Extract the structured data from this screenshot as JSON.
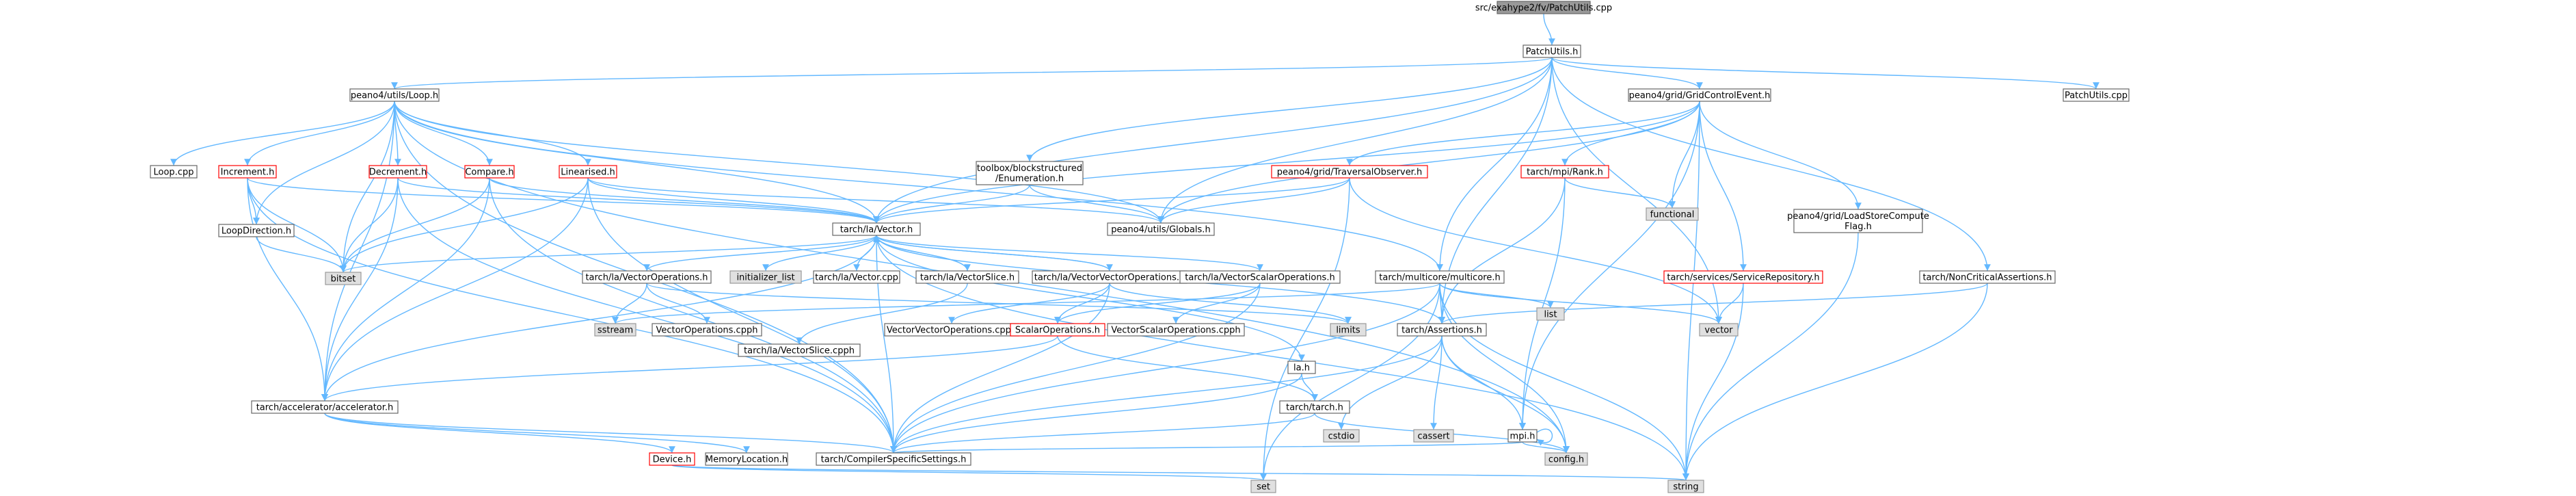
{
  "colors": {
    "edge": "#63b8ff",
    "root_fill": "#999999",
    "root_stroke": "#666666",
    "doc_fill": "#ffffff",
    "doc_stroke": "#666666",
    "trunc_stroke": "#ff0000",
    "sys_fill": "#e0e0e0",
    "sys_stroke": "#999999"
  },
  "nodes": [
    {
      "id": "root",
      "label": "src/exahype2/fv/PatchUtils.cpp",
      "kind": "root"
    },
    {
      "id": "patchutils_h",
      "label": "PatchUtils.h",
      "kind": "doc"
    },
    {
      "id": "loop_h",
      "label": "peano4/utils/Loop.h",
      "kind": "doc"
    },
    {
      "id": "gridcontrol",
      "label": "peano4/grid/GridControlEvent.h",
      "kind": "doc"
    },
    {
      "id": "patchutils_cpp",
      "label": "PatchUtils.cpp",
      "kind": "doc"
    },
    {
      "id": "loop_cpp",
      "label": "Loop.cpp",
      "kind": "doc"
    },
    {
      "id": "increment",
      "label": "Increment.h",
      "kind": "trunc"
    },
    {
      "id": "decrement",
      "label": "Decrement.h",
      "kind": "trunc"
    },
    {
      "id": "compare",
      "label": "Compare.h",
      "kind": "trunc"
    },
    {
      "id": "linearised",
      "label": "Linearised.h",
      "kind": "trunc"
    },
    {
      "id": "blockenum",
      "label": [
        "toolbox/blockstructured",
        "/Enumeration.h"
      ],
      "kind": "doc"
    },
    {
      "id": "traversal",
      "label": "peano4/grid/TraversalObserver.h",
      "kind": "trunc"
    },
    {
      "id": "mpirank",
      "label": "tarch/mpi/Rank.h",
      "kind": "trunc"
    },
    {
      "id": "functional",
      "label": "functional",
      "kind": "sys"
    },
    {
      "id": "loadstore",
      "label": [
        "peano4/grid/LoadStoreCompute",
        "Flag.h"
      ],
      "kind": "doc"
    },
    {
      "id": "loopdir",
      "label": "LoopDirection.h",
      "kind": "doc"
    },
    {
      "id": "vector_h",
      "label": "tarch/la/Vector.h",
      "kind": "doc"
    },
    {
      "id": "globals",
      "label": "peano4/utils/Globals.h",
      "kind": "doc"
    },
    {
      "id": "bitset",
      "label": "bitset",
      "kind": "sys"
    },
    {
      "id": "vecops",
      "label": "tarch/la/VectorOperations.h",
      "kind": "doc"
    },
    {
      "id": "init_list",
      "label": "initializer_list",
      "kind": "sys"
    },
    {
      "id": "vector_cpp",
      "label": "tarch/la/Vector.cpp",
      "kind": "doc"
    },
    {
      "id": "vecslice",
      "label": "tarch/la/VectorSlice.h",
      "kind": "doc"
    },
    {
      "id": "vecvecops",
      "label": "tarch/la/VectorVectorOperations.h",
      "kind": "doc"
    },
    {
      "id": "vecscalops",
      "label": "tarch/la/VectorScalarOperations.h",
      "kind": "doc"
    },
    {
      "id": "multicore",
      "label": "tarch/multicore/multicore.h",
      "kind": "doc"
    },
    {
      "id": "servicerepo",
      "label": "tarch/services/ServiceRepository.h",
      "kind": "trunc"
    },
    {
      "id": "noncrit",
      "label": "tarch/NonCriticalAssertions.h",
      "kind": "doc"
    },
    {
      "id": "sstream",
      "label": "sstream",
      "kind": "sys"
    },
    {
      "id": "vecops_cpp",
      "label": "VectorOperations.cpph",
      "kind": "doc"
    },
    {
      "id": "vecslice_cpp",
      "label": "tarch/la/VectorSlice.cpph",
      "kind": "doc"
    },
    {
      "id": "vecvecops_cpp",
      "label": "VectorVectorOperations.cpph",
      "kind": "doc"
    },
    {
      "id": "scalarops",
      "label": "ScalarOperations.h",
      "kind": "trunc"
    },
    {
      "id": "vecscalops_cpp",
      "label": "VectorScalarOperations.cpph",
      "kind": "doc"
    },
    {
      "id": "limits",
      "label": "limits",
      "kind": "sys"
    },
    {
      "id": "assertions",
      "label": "tarch/Assertions.h",
      "kind": "doc"
    },
    {
      "id": "list",
      "label": "list",
      "kind": "sys"
    },
    {
      "id": "vector_sys",
      "label": "vector",
      "kind": "sys"
    },
    {
      "id": "la_h",
      "label": "la.h",
      "kind": "doc"
    },
    {
      "id": "accelerator",
      "label": "tarch/accelerator/accelerator.h",
      "kind": "doc"
    },
    {
      "id": "tarch_h",
      "label": "tarch/tarch.h",
      "kind": "doc"
    },
    {
      "id": "cstdio",
      "label": "cstdio",
      "kind": "sys"
    },
    {
      "id": "cassert",
      "label": "cassert",
      "kind": "sys"
    },
    {
      "id": "mpi_h",
      "label": "mpi.h",
      "kind": "doc"
    },
    {
      "id": "device",
      "label": "Device.h",
      "kind": "trunc"
    },
    {
      "id": "memloc",
      "label": "MemoryLocation.h",
      "kind": "doc"
    },
    {
      "id": "compiler",
      "label": "tarch/CompilerSpecificSettings.h",
      "kind": "doc"
    },
    {
      "id": "config",
      "label": "config.h",
      "kind": "sys"
    },
    {
      "id": "set",
      "label": "set",
      "kind": "sys"
    },
    {
      "id": "string",
      "label": "string",
      "kind": "sys"
    }
  ]
}
